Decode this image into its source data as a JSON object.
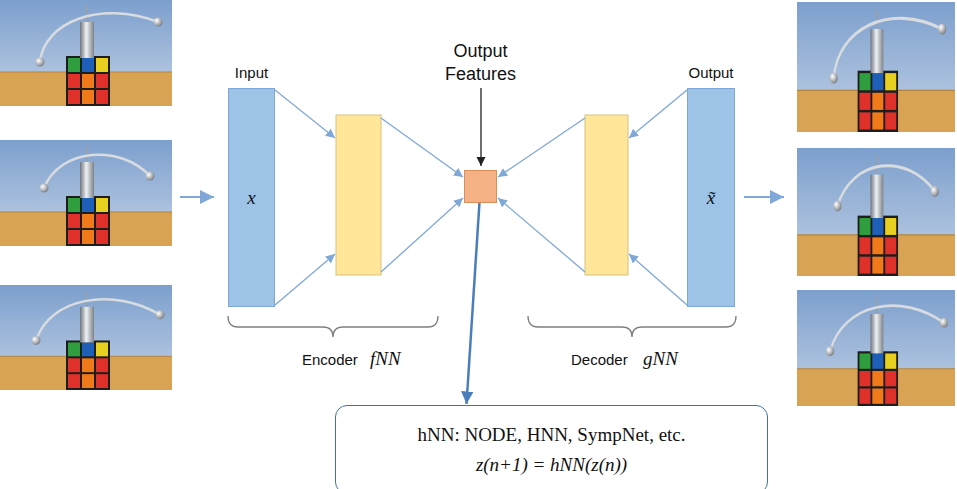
{
  "diagram": {
    "nodes": [
      {
        "text": [
          "Input",
          "x"
        ]
      },
      {
        "text": [
          "Output Features"
        ]
      },
      {
        "text": [
          "Output",
          "x̃"
        ]
      },
      {
        "text": [
          "hNN: NODE, HNN, SympNet, etc.",
          "z(n+1) = hNN(z(n))"
        ]
      }
    ],
    "edges": [
      {
        "from": 1,
        "to": 3,
        "arrow": "to"
      }
    ],
    "labels": [
      "Encoder",
      "fNN",
      "Decoder",
      "gNN"
    ]
  }
}
